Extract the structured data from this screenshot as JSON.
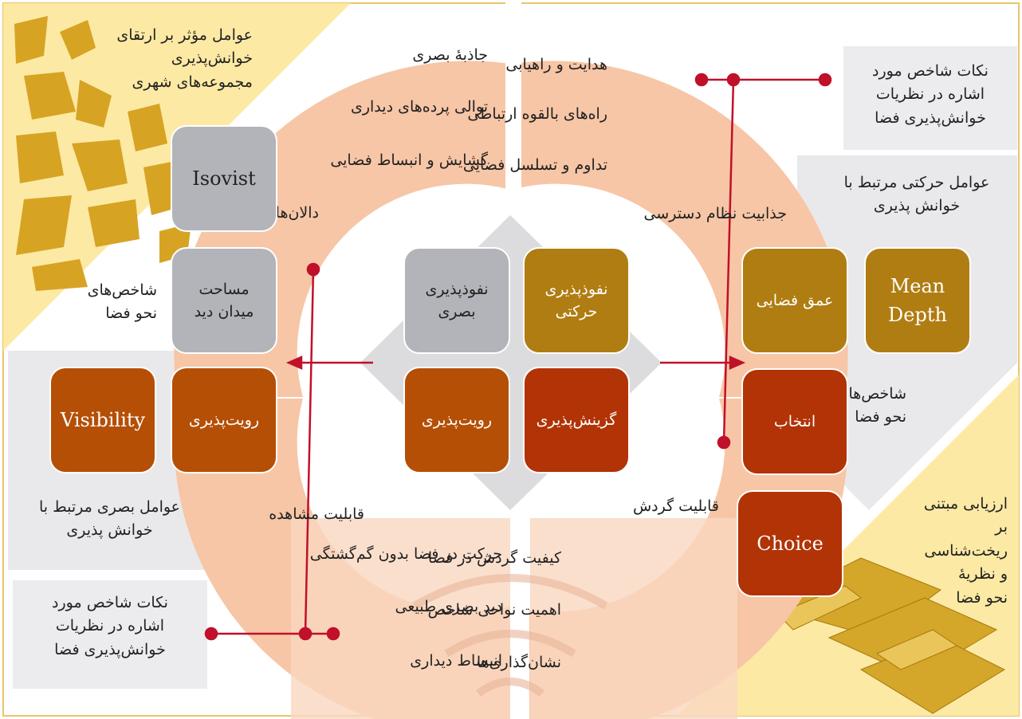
{
  "colors": {
    "ring": "#f6c7a8",
    "ring_light": "#f9d8c2",
    "grey_panel": "#ececee",
    "corner_yellow": "#fce9a4",
    "box_grey": "#b3b4b9",
    "box_gold": "#b07d12",
    "box_brown": "#b54f06",
    "box_red": "#b13306",
    "marker_red": "#c0102a",
    "frame_gold": "#e8c66a"
  },
  "corners": {
    "top_left_title": "عوامل مؤثر بر ارتقای\nخوانش‌پذیری\nمجموعه‌های شهری",
    "bottom_right_title": "ارزیابی مبتنی\nبر\nریخت‌شناسی\nو نظریهٔ\nنحو فضا"
  },
  "callouts": {
    "top_right": "نکات شاخص مورد\nاشاره در نظریات\nخوانش‌پذیری فضا",
    "bottom_left": "نکات شاخص مورد\nاشاره در نظریات\nخوانش‌پذیری فضا"
  },
  "side_labels": {
    "right_factors": "عوامل حرکتی مرتبط با\nخوانش پذیری",
    "left_factors": "عوامل بصری مرتبط با\nخوانش پذیری",
    "left_indices": "شاخص‌های\nنحو فضا",
    "right_indices": "شاخص‌های\nنحو فضا"
  },
  "ring_top_left": [
    "جاذبهٔ بصری",
    "توالی پرده‌های دیداری",
    "گشایش و انبساط فضایی",
    "دالان‌های بصری"
  ],
  "ring_top_right": [
    "هدایت و راهیابی",
    "راه‌های بالقوه ارتباطی",
    "تداوم و تسلسل فضایی",
    "جذابیت نظام دسترسی"
  ],
  "ring_bottom_left": [
    "حرکت در فضا بدون گم‌گشتگی",
    "دید بصری طبیعی",
    "انبساط دیداری"
  ],
  "ring_bottom_right": [
    "کیفیت گردش در فضا",
    "اهمیت نواحی شاخص",
    "نشان‌گذاری‌ها"
  ],
  "ring_labels": {
    "observability": "قابلیت مشاهده",
    "circulation": "قابلیت گردش"
  },
  "center_boxes": {
    "visual_permeability": "نفوذپذیری\nبصری",
    "movement_permeability": "نفوذپذیری\nحرکتی",
    "visibility": "رویت‌پذیری",
    "selectivity": "گزینش‌پذیری"
  },
  "left_boxes": {
    "isovist": "Isovist",
    "view_area": "مساحت\nمیدان دید",
    "visibility_fa": "رویت‌پذیری",
    "visibility_en": "Visibility"
  },
  "right_boxes": {
    "spatial_depth": "عمق فضایی",
    "mean_depth": "Mean\nDepth",
    "choice_fa": "انتخاب",
    "choice_en": "Choice"
  },
  "icons": {
    "map_fragments": "city-map-fragments-icon",
    "city_model": "3d-city-model-icon",
    "watermark": "ornamental-watermark-icon"
  }
}
